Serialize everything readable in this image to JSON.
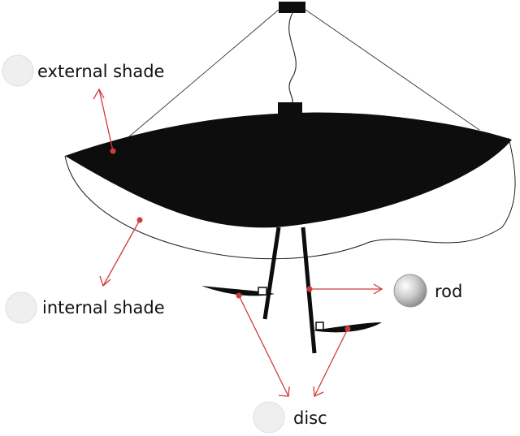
{
  "labels": {
    "external_shade": "external shade",
    "internal_shade": "internal shade",
    "rod": "rod",
    "disc": "disc"
  },
  "colors": {
    "shade_fill": "#0d0d0d",
    "outline": "#1a1a1a",
    "arrow": "#d23b3b",
    "swatch_light": "#efefef",
    "swatch_border": "#dedede",
    "rod_swatch": "#b3b3b3"
  },
  "icons": {
    "external_shade": "swatch-circle-icon",
    "internal_shade": "swatch-circle-icon",
    "rod": "metal-swatch-icon",
    "disc": "swatch-circle-icon"
  }
}
